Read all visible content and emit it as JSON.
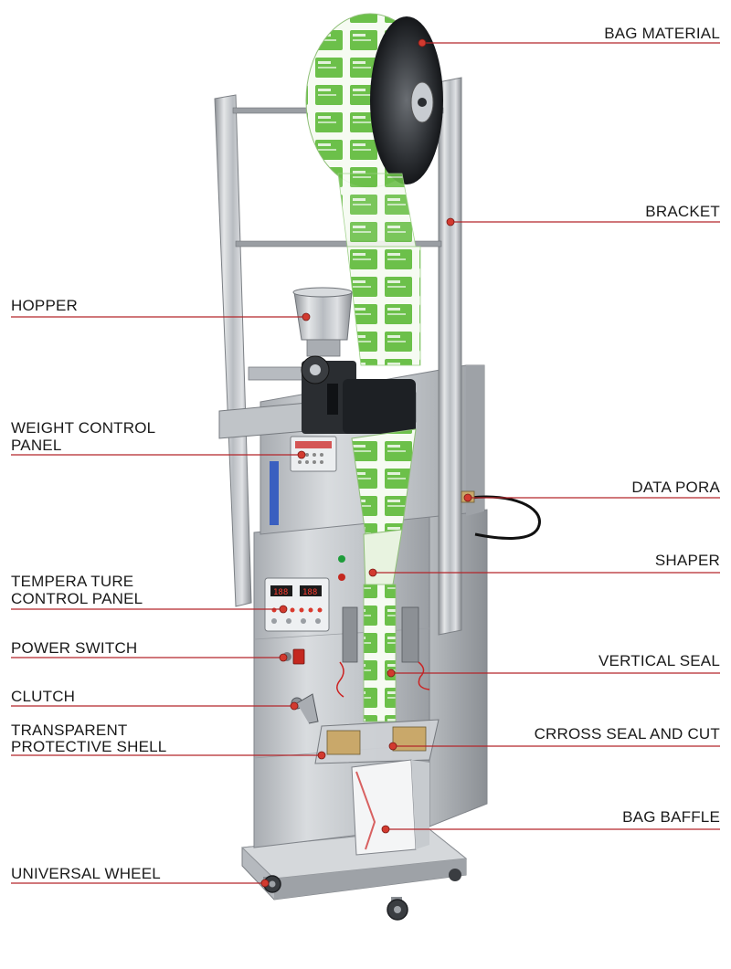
{
  "labels": {
    "bag_material": "BAG MATERIAL",
    "bracket": "BRACKET",
    "hopper": "HOPPER",
    "weight_control_panel_line1": "WEIGHT CONTROL",
    "weight_control_panel_line2": "PANEL",
    "data_pora": "DATA PORA",
    "shaper": "SHAPER",
    "temperature_control_panel_line1": "TEMPERA TURE",
    "temperature_control_panel_line2": "CONTROL PANEL",
    "power_switch": "POWER SWITCH",
    "vertical_seal": "VERTICAL SEAL",
    "clutch": "CLUTCH",
    "cross_seal_and_cut": "CRROSS SEAL AND CUT",
    "transparent_protective_shell_line1": "TRANSPARENT",
    "transparent_protective_shell_line2": "PROTECTIVE SHELL",
    "bag_baffle": "BAG BAFFLE",
    "universal_wheel": "UNIVERSAL WHEEL"
  },
  "colors": {
    "leader_line": "#b3262b",
    "marker_dot": "#d23a2f",
    "label_text": "#1a1a1a",
    "steel": "#c9ccd0",
    "film_green": "#6cc04a"
  }
}
